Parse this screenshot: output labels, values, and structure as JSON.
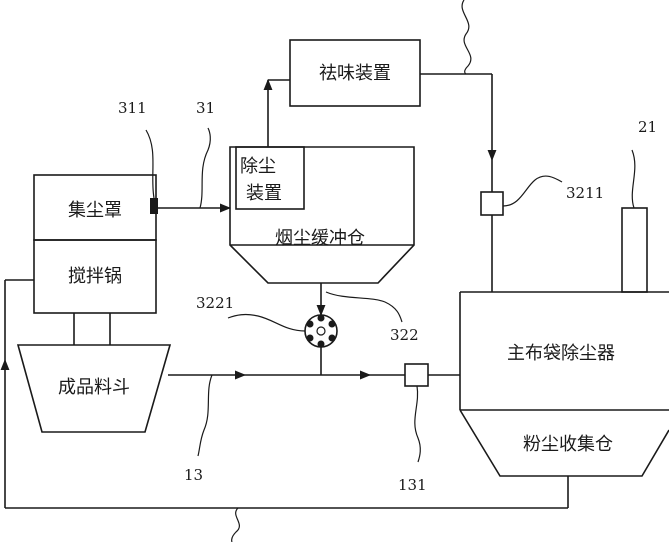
{
  "components": {
    "deodorizer": "祛味装置",
    "dust_hood": "集尘罩",
    "mixing_pot": "搅拌锅",
    "finished_hopper": "成品料斗",
    "dust_removal_device": "除尘装置",
    "smoke_buffer_bin": "烟尘缓冲仓",
    "main_bag_filter": "主布袋除尘器",
    "dust_collection_bin": "粉尘收集仓"
  },
  "reference_numbers": {
    "r311": "311",
    "r31": "31",
    "r21": "21",
    "r3211": "3211",
    "r3221": "3221",
    "r322": "322",
    "r13": "13",
    "r131": "131"
  },
  "colors": {
    "line": "#1a1a1a",
    "background": "#ffffff"
  }
}
